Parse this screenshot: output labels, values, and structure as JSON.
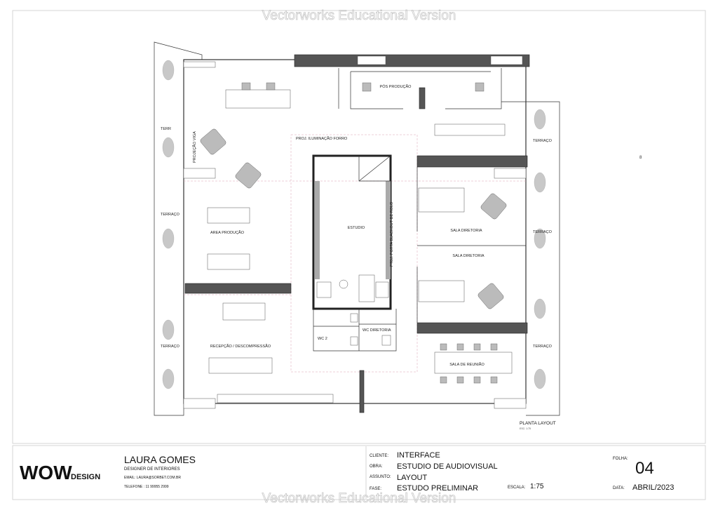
{
  "watermark": "Vectorworks Educational Version",
  "plan": {
    "title": "PLANTA LAYOUT",
    "scale_note": "ESC: 1:75",
    "labels": {
      "pos_producao": "PÓS PRODUÇÃO",
      "proj_iluminacao": "PROJ. ILUMINAÇÃO FORRO",
      "projecao_viga": "PROJEÇÃO VIGA",
      "terr": "TERR",
      "terraco": "TERRAÇO",
      "area_producao": "AREA PRODUÇÃO",
      "estudio": "ESTUDIO",
      "porta_blackout": "PTDJ. PORTA BLACKOUT DE ROLO",
      "sala_diretoria": "SALA DIRETORIA",
      "wc2": "WC 2",
      "wc_diretoria": "WC DIRETORIA",
      "recepcao": "RECEPÇÃO / DESCOMPRESSÃO",
      "sala_reuniao": "SALA DE REUNIÃO"
    }
  },
  "title_block": {
    "logo_main": "WOW",
    "logo_sub": "DESIGN",
    "designer_name": "LAURA GOMES",
    "designer_role": "DESIGNER DE INTERIORES",
    "email": "EMAIL: LAURA@SORBET.COM.BR",
    "phone": "TELEFONE : 11 99955 2999",
    "cliente_label": "CLIENTE:",
    "cliente": "INTERFACE",
    "obra_label": "OBRA:",
    "obra": "ESTUDIO DE AUDIOVISUAL",
    "assunto_label": "ASSUNTO:",
    "assunto": "LAYOUT",
    "fase_label": "FASE:",
    "fase": "ESTUDO PRELIMINAR",
    "escala_label": "ESCALA:",
    "escala": "1:75",
    "folha_label": "FOLHA:",
    "folha": "04",
    "data_label": "DATA:",
    "data": "ABRIL/2023"
  }
}
